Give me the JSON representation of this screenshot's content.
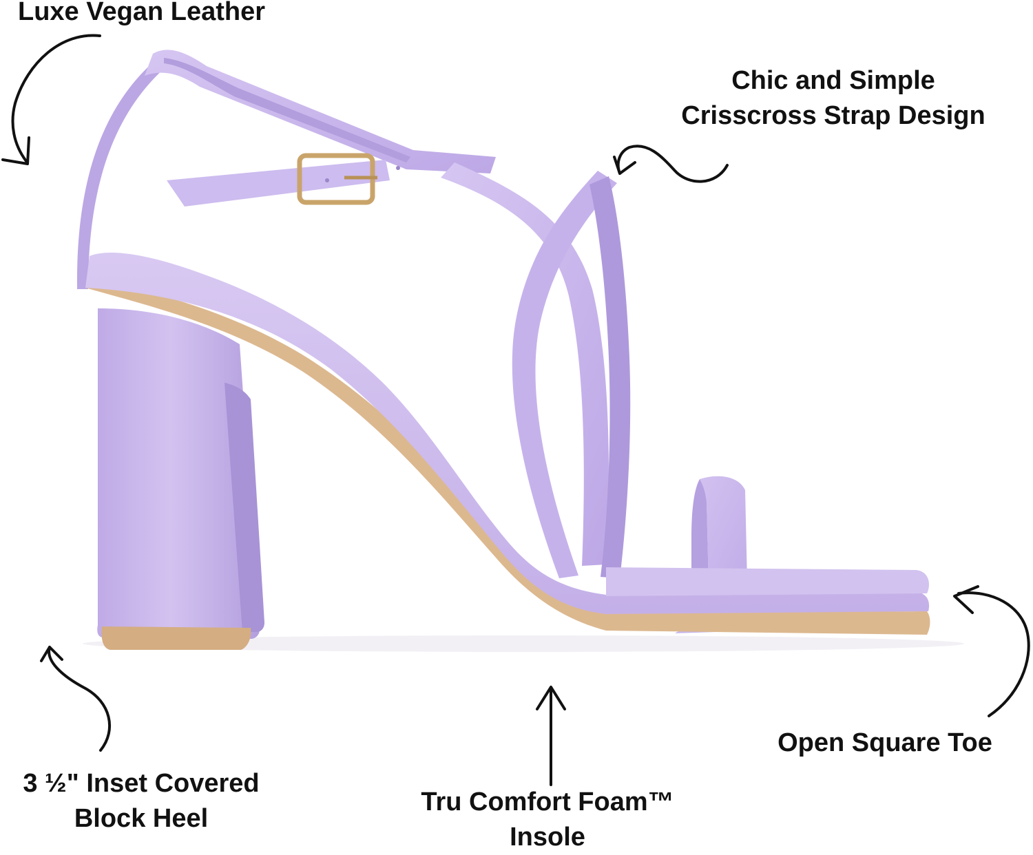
{
  "callouts": {
    "vegan_leather": "Luxe Vegan Leather",
    "strap_design": {
      "line1": "Chic and Simple",
      "line2": "Crisscross Strap Design"
    },
    "open_toe": "Open Square Toe",
    "block_heel": {
      "line1": "3 ½\" Inset Covered",
      "line2": "Block Heel"
    },
    "insole": {
      "line1": "Tru Comfort Foam™",
      "line2": "Insole"
    }
  },
  "colors": {
    "leather": "#c9b6ea",
    "leather_dark": "#ad96d9",
    "leather_light": "#dccdf3",
    "sole_edge": "#d9b48f",
    "buckle": "#c9a46a",
    "ink": "#111111"
  }
}
